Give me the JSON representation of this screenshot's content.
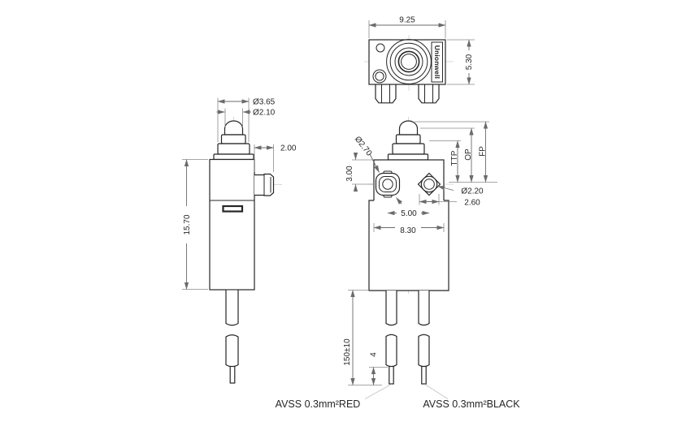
{
  "brand": "Unionwell",
  "views": {
    "top": {
      "width": "9.25",
      "height": "5.30"
    },
    "side": {
      "plunger_collar_dia": "Ø3.65",
      "plunger_tip_dia": "Ø2.10",
      "terminal_depth": "2.00",
      "body_height": "15.70"
    },
    "front": {
      "left_hole_dia": "Ø2.70",
      "hole_top_offset": "3.00",
      "ttp": "TTP",
      "op": "OP",
      "fp": "FP",
      "right_hole_dia": "Ø2.20",
      "right_hole_boss": "2.60",
      "hole_spacing": "5.00",
      "body_width": "8.30",
      "lead_length": "150±10",
      "strip_length": "4"
    }
  },
  "wires": {
    "red_label": "AVSS 0.3mm²RED",
    "black_label": "AVSS 0.3mm²BLACK"
  },
  "colors": {
    "outline": "#262626",
    "dimension": "#6b6b6b",
    "centerline": "#cdcdcd",
    "background": "#ffffff"
  }
}
